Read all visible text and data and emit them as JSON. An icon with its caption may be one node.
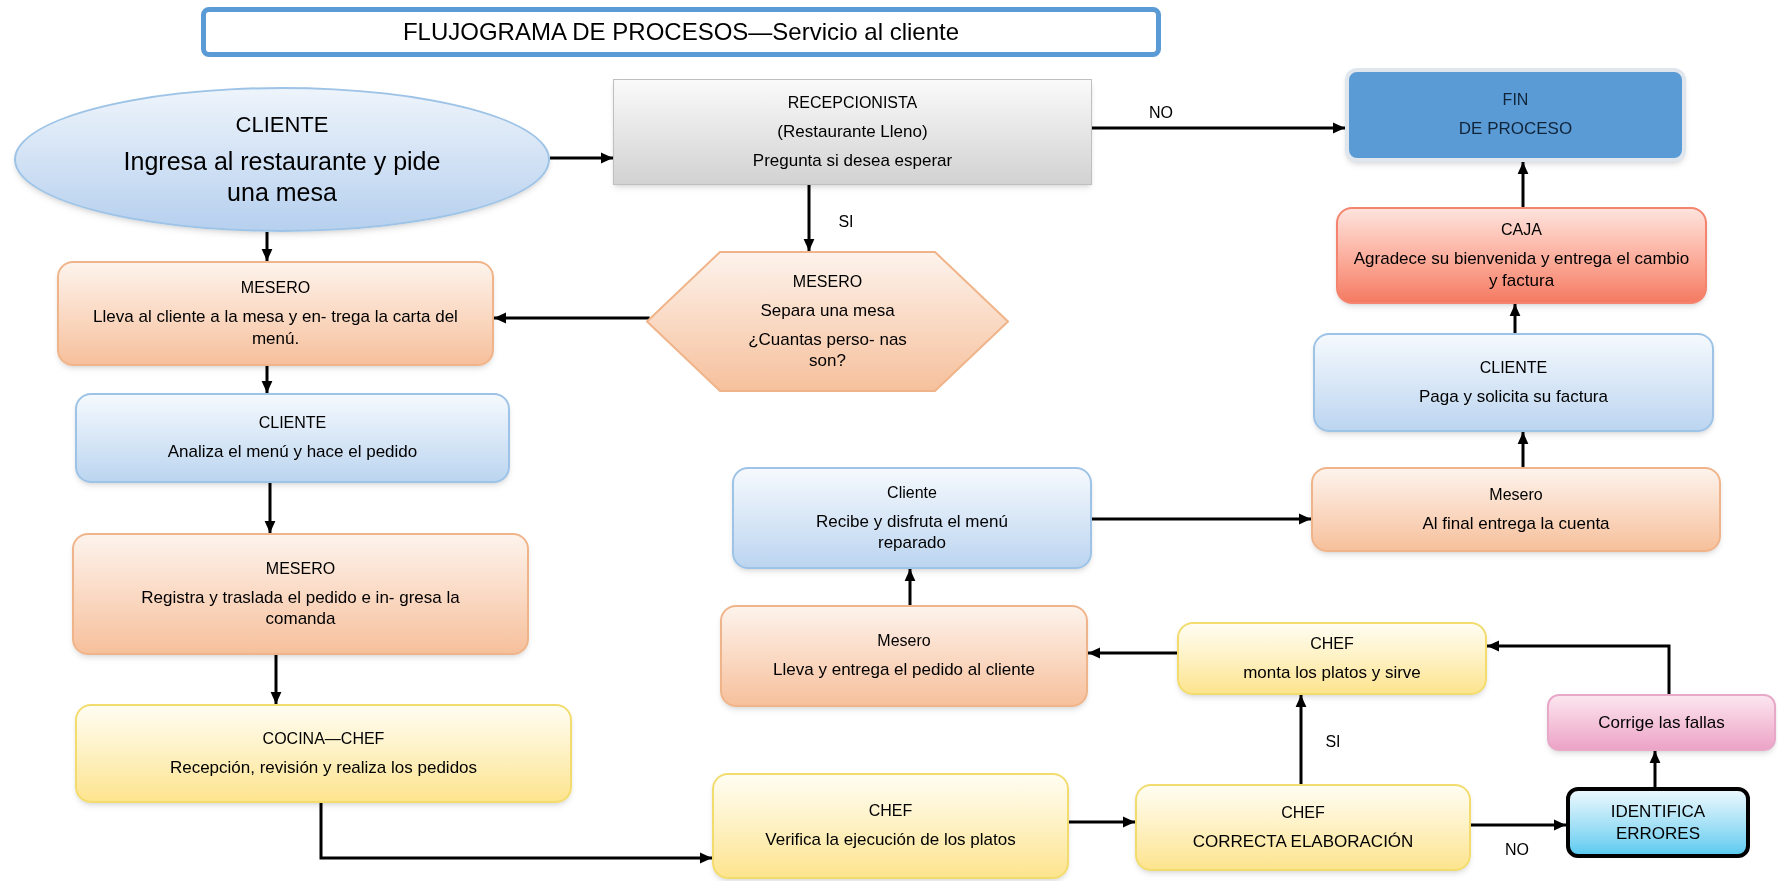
{
  "diagram": {
    "title": "FLUJOGRAMA DE PROCESOS—Servicio al cliente",
    "nodes": [
      {
        "text": [
          "CLIENTE",
          "Ingresa al restaurante y pide una mesa"
        ]
      },
      {
        "text": [
          "RECEPCIONISTA",
          "(Restaurante Lleno)",
          "Pregunta si desea esperar"
        ]
      },
      {
        "text": [
          "FIN",
          "DE PROCESO"
        ]
      },
      {
        "text": [
          "MESERO",
          "Lleva al cliente a la mesa y en- trega la carta del menú."
        ]
      },
      {
        "text": [
          "MESERO",
          "Separa una mesa",
          "¿Cuantas perso- nas son?"
        ]
      },
      {
        "text": [
          "CAJA",
          "Agradece su bienvenida y entrega el cambio y factura"
        ]
      },
      {
        "text": [
          "CLIENTE",
          "Paga y solicita su factura"
        ]
      },
      {
        "text": [
          "CLIENTE",
          "Analiza el menú y hace el  pedido"
        ]
      },
      {
        "text": [
          "Cliente",
          "Recibe y disfruta el menú reparado"
        ]
      },
      {
        "text": [
          "Mesero",
          "Al final entrega la cuenta"
        ]
      },
      {
        "text": [
          "MESERO",
          "Registra y traslada el pedido  e  in- gresa la comanda"
        ]
      },
      {
        "text": [
          "Mesero",
          "Lleva y entrega el pedido al cliente"
        ]
      },
      {
        "text": [
          "CHEF",
          "monta los platos y sirve"
        ]
      },
      {
        "text": [
          "Corrige las fallas"
        ]
      },
      {
        "text": [
          "COCINA—CHEF",
          "Recepción, revisión y realiza los pedidos"
        ]
      },
      {
        "text": [
          "CHEF",
          "Verifica la ejecución de los platos"
        ]
      },
      {
        "text": [
          "CHEF",
          "CORRECTA ELABORACIÓN"
        ]
      },
      {
        "text": [
          "IDENTIFICA ERRORES"
        ]
      }
    ],
    "edges": [
      {
        "from": 0,
        "to": 1,
        "arrow": "to"
      },
      {
        "from": 1,
        "to": 2,
        "arrow": "to",
        "label": "NO"
      },
      {
        "from": 1,
        "to": 4,
        "arrow": "to",
        "label": "SI"
      },
      {
        "from": 4,
        "to": 3,
        "arrow": "to"
      },
      {
        "from": 0,
        "to": 3,
        "arrow": "to"
      },
      {
        "from": 3,
        "to": 7,
        "arrow": "to"
      },
      {
        "from": 7,
        "to": 10,
        "arrow": "to"
      },
      {
        "from": 10,
        "to": 14,
        "arrow": "to"
      },
      {
        "from": 14,
        "to": 15,
        "arrow": "to"
      },
      {
        "from": 15,
        "to": 16,
        "arrow": "to"
      },
      {
        "from": 16,
        "to": 17,
        "arrow": "to",
        "label": "NO"
      },
      {
        "from": 17,
        "to": 13,
        "arrow": "to"
      },
      {
        "from": 13,
        "to": 12,
        "arrow": "to"
      },
      {
        "from": 16,
        "to": 12,
        "arrow": "to",
        "label": "SI"
      },
      {
        "from": 12,
        "to": 11,
        "arrow": "to"
      },
      {
        "from": 11,
        "to": 8,
        "arrow": "to"
      },
      {
        "from": 8,
        "to": 9,
        "arrow": "to"
      },
      {
        "from": 9,
        "to": 6,
        "arrow": "to"
      },
      {
        "from": 6,
        "to": 5,
        "arrow": "to"
      },
      {
        "from": 5,
        "to": 2,
        "arrow": "to"
      }
    ]
  }
}
